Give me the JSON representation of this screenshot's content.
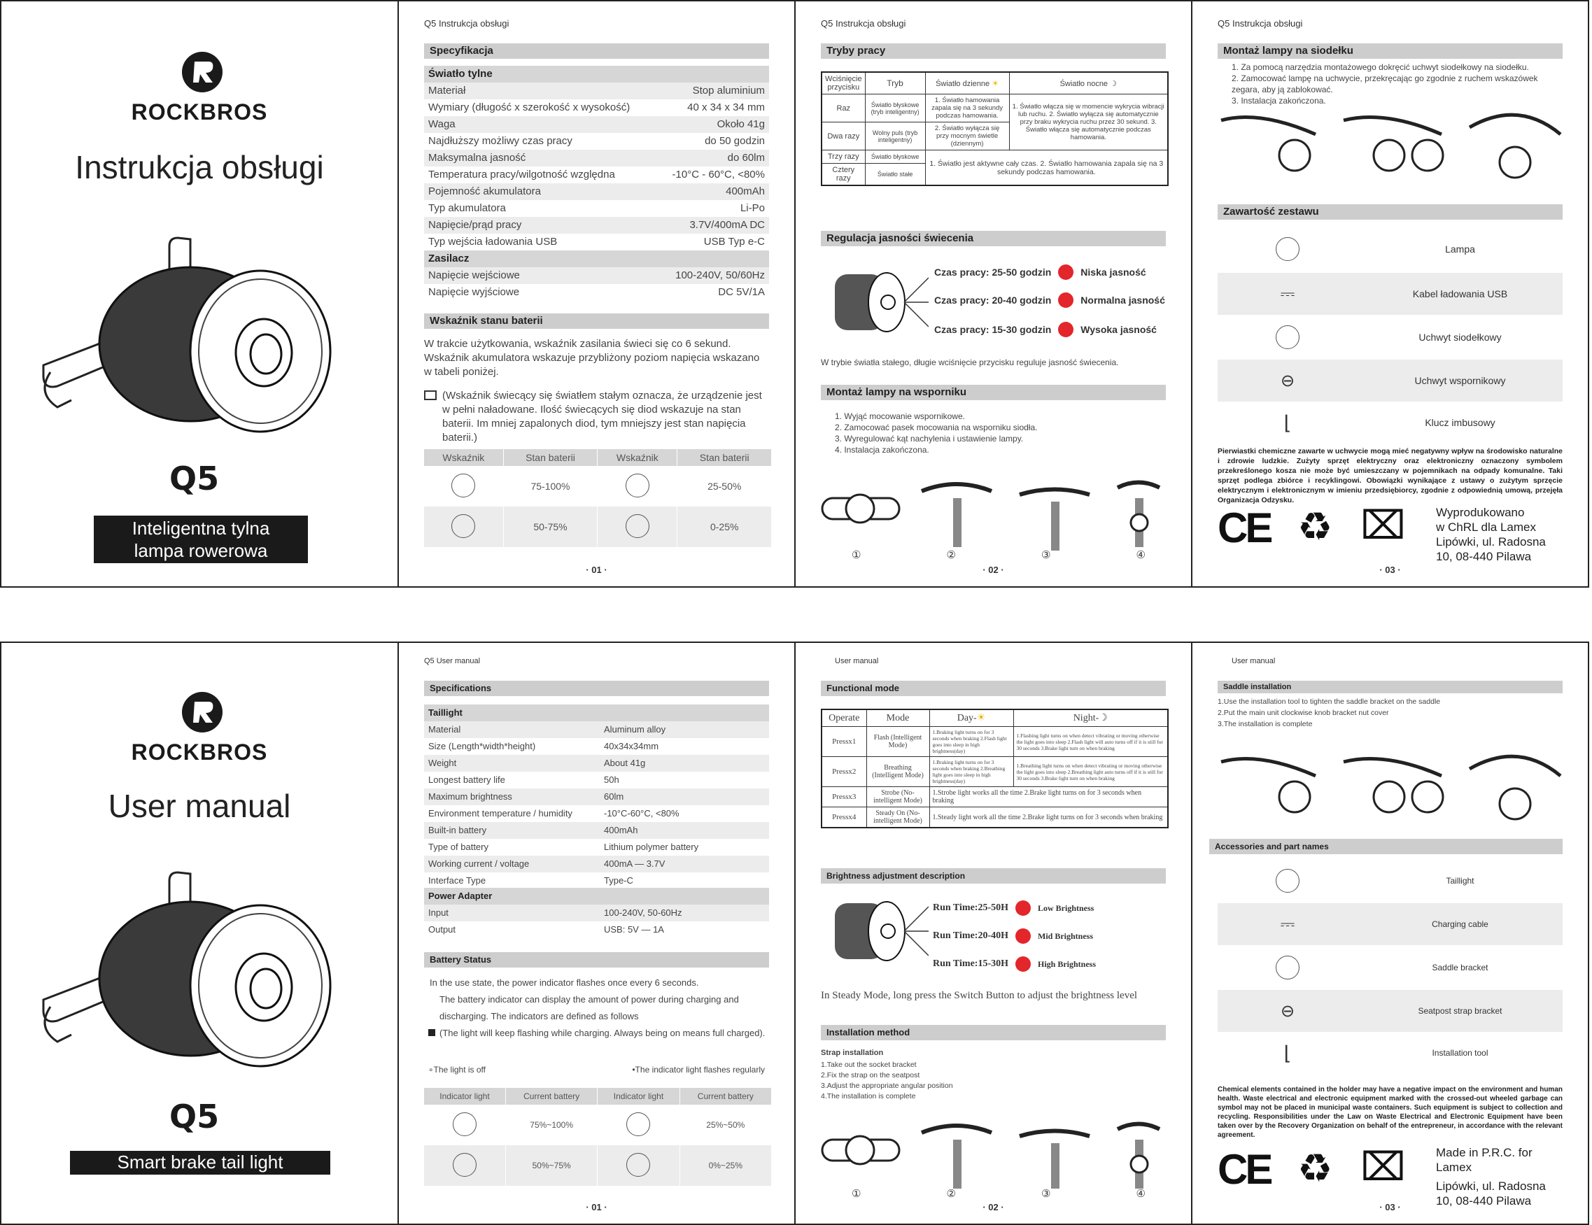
{
  "polish": {
    "cover": {
      "brand": "ROCKBROS",
      "title": "Instrukcja obsługi",
      "model": "Q5",
      "tagline_1": "Inteligentna tylna",
      "tagline_2": "lampa rowerowa"
    },
    "header": "Q5 Instrukcja obsługi",
    "page1": {
      "spec_title": "Specyfikacja",
      "taillight_title": "Światło tylne",
      "specs": [
        {
          "label": "Materiał",
          "value": "Stop aluminium"
        },
        {
          "label": "Wymiary (długość x szerokość x wysokość)",
          "value": "40 x 34 x 34 mm"
        },
        {
          "label": "Waga",
          "value": "Około 41g"
        },
        {
          "label": "Najdłuższy możliwy czas pracy",
          "value": "do 50 godzin"
        },
        {
          "label": "Maksymalna jasność",
          "value": "do 60lm"
        },
        {
          "label": "Temperatura pracy/wilgotność względna",
          "value": "-10°C - 60°C, <80%"
        },
        {
          "label": "Pojemność akumulatora",
          "value": "400mAh"
        },
        {
          "label": "Typ akumulatora",
          "value": "Li-Po"
        },
        {
          "label": "Napięcie/prąd pracy",
          "value": "3.7V/400mA DC"
        },
        {
          "label": "Typ wejścia ładowania USB",
          "value": "USB Typ e-C"
        }
      ],
      "power_title": "Zasilacz",
      "power": [
        {
          "label": "Napięcie wejściowe",
          "value": "100-240V, 50/60Hz"
        },
        {
          "label": "Napięcie wyjściowe",
          "value": "DC 5V/1A"
        }
      ],
      "battery_title": "Wskaźnik stanu baterii",
      "battery_text": "W trakcie użytkowania, wskaźnik zasilania świeci się co 6 sekund. Wskaźnik akumulatora wskazuje przybliżony poziom napięcia wskazano w tabeli poniżej.",
      "battery_note": "(Wskaźnik świecący się światłem stałym oznacza, że urządzenie jest w pełni naładowane. Ilość świecących się diod wskazuje na stan baterii. Im mniej zapalonych diod, tym mniejszy jest stan napięcia baterii.)",
      "tbl_h1": "Wskaźnik",
      "tbl_h2": "Stan baterii",
      "tbl_h3": "Wskaźnik",
      "tbl_h4": "Stan baterii",
      "lvl": [
        "75-100%",
        "25-50%",
        "50-75%",
        "0-25%"
      ],
      "page": "· 01 ·"
    },
    "page2": {
      "modes_title": "Tryby pracy",
      "col_press": "Wciśnięcie przycisku",
      "col_mode": "Tryb",
      "col_day": "Światło dzienne",
      "col_night": "Światło nocne",
      "rows": [
        {
          "press": "Raz",
          "mode": "Światło błyskowe (tryb inteligentny)",
          "day": "1. Światło hamowania zapala się na 3 sekundy podczas hamowania."
        },
        {
          "press": "Dwa razy",
          "mode": "Wolny puls (tryb inteligentny)",
          "day": "2. Światło wyłącza się przy mocnym świetle (dziennym)"
        }
      ],
      "night": "1. Światło włącza się w momencie wykrycia wibracji lub ruchu. 2. Światło wyłącza się automatycznie przy braku wykrycia ruchu przez 30 sekund. 3. Światło włącza się automatycznie podczas hamowania.",
      "r3_press": "Trzy razy",
      "r3_mode": "Światło błyskowe",
      "r4_press": "Cztery razy",
      "r4_mode": "Światło stałe",
      "r34_text": "1. Światło jest aktywne cały czas. 2. Światło hamowania zapala się na 3 sekundy podczas hamowania.",
      "bright_title": "Regulacja jasności świecenia",
      "b1": "Czas pracy: 25-50 godzin",
      "b1l": "Niska jasność",
      "b2": "Czas pracy: 20-40 godzin",
      "b2l": "Normalna jasność",
      "b3": "Czas pracy: 15-30 godzin",
      "b3l": "Wysoka jasność",
      "bright_note": "W trybie światła stałego, długie wciśnięcie przycisku reguluje jasność świecenia.",
      "mount_title": "Montaż lampy na wsporniku",
      "steps": [
        "1. Wyjąć mocowanie wspornikowe.",
        "2. Zamocować pasek mocowania na wsporniku siodła.",
        "3. Wyregulować kąt nachylenia i ustawienie lampy.",
        "4. Instalacja zakończona."
      ],
      "nums": [
        "①",
        "②",
        "③",
        "④"
      ],
      "page": "· 02 ·"
    },
    "page3": {
      "saddle_title": "Montaż lampy na siodełku",
      "steps": [
        "1. Za pomocą narzędzia montażowego dokręcić uchwyt siodełkowy na siodełku.",
        "2. Zamocować lampę na uchwycie, przekręcając go zgodnie z ruchem wskazówek zegara, aby ją zablokować.",
        "3. Instalacja zakończona."
      ],
      "kit_title": "Zawartość zestawu",
      "items": [
        "Lampa",
        "Kabel ładowania USB",
        "Uchwyt siodełkowy",
        "Uchwyt wspornikowy",
        "Klucz imbusowy"
      ],
      "footer": "Pierwiastki chemiczne zawarte w uchwycie mogą mieć negatywny wpływ na środowisko naturalne i zdrowie ludzkie. Zużyty sprzęt elektryczny oraz elektroniczny oznaczony symbolem przekreślonego kosza nie może być umieszczany w pojemnikach na odpady komunalne. Taki sprzęt podlega zbiórce i recyklingowi. Obowiązki wynikające z ustawy o zużytym sprzęcie elektrycznym i elektronicznym w imieniu przedsiębiorcy, zgodnie z odpowiednią umową, przejęła Organizacja Odzysku.",
      "made_1": "Wyprodukowano",
      "made_2": "w ChRL dla Lamex",
      "made_3": "Lipówki, ul. Radosna",
      "made_4": "10, 08-440 Pilawa",
      "page": "· 03 ·"
    }
  },
  "english": {
    "cover": {
      "brand": "ROCKBROS",
      "title": "User manual",
      "model": "Q5",
      "tagline": "Smart brake tail light"
    },
    "header": "Q5 User manual",
    "header_plain": "User manual",
    "page1": {
      "spec_title": "Specifications",
      "taillight_title": "Taillight",
      "specs": [
        {
          "label": "Material",
          "value": "Aluminum alloy"
        },
        {
          "label": "Size (Length*width*height)",
          "value": "40x34x34mm"
        },
        {
          "label": "Weight",
          "value": "About 41g"
        },
        {
          "label": "Longest battery life",
          "value": "50h"
        },
        {
          "label": "Maximum brightness",
          "value": "60lm"
        },
        {
          "label": "Environment temperature / humidity",
          "value": "-10°C-60°C, <80%"
        },
        {
          "label": "Built-in battery",
          "value": "400mAh"
        },
        {
          "label": "Type of battery",
          "value": "Lithium polymer battery"
        },
        {
          "label": "Working current / voltage",
          "value": "400mA — 3.7V"
        },
        {
          "label": "Interface Type",
          "value": "Type-C"
        }
      ],
      "power_title": "Power Adapter",
      "power": [
        {
          "label": "Input",
          "value": "100-240V, 50-60Hz"
        },
        {
          "label": "Output",
          "value": "USB: 5V — 1A"
        }
      ],
      "battery_title": "Battery Status",
      "battery_text_1": "In the use state, the power indicator flashes once every 6 seconds.",
      "battery_text_2": "The battery indicator can display the amount of power during charging and discharging. The indicators are defined as follows",
      "battery_note": "(The light will keep flashing while charging. Always being on means full charged).",
      "legend_off": "∘The light is off",
      "legend_flash": "•The indicator light flashes regularly",
      "tbl_h1": "Indicator light",
      "tbl_h2": "Current battery",
      "tbl_h3": "Indicator light",
      "tbl_h4": "Current battery",
      "lvl": [
        "75%~100%",
        "25%~50%",
        "50%~75%",
        "0%~25%"
      ],
      "page": "· 01 ·"
    },
    "page2": {
      "modes_title": "Functional mode",
      "col_press": "Operate",
      "col_mode": "Mode",
      "col_day": "Day-",
      "col_night": "Night-",
      "rows": [
        {
          "press": "Pressx1",
          "mode": "Flash (Intelligent Mode)",
          "day": "1.Braking light turns on for 3 seconds when braking 2.Flash light goes into sleep in high brightness(day)",
          "night": "1.Flashing light turns on when detect vibrating or moving otherwise the light goes into sleep 2.Flash light will auto turns off if it is still for 30 seconds 3.Brake light turn on when braking"
        },
        {
          "press": "Pressx2",
          "mode": "Breathing (Intelligent Mode)",
          "day": "1.Braking light turns on for 3 seconds when braking 2.Breathing light goes into sleep in high brightness(day)",
          "night": "1.Breathing light turns on when detect vibrating or moving otherwise the light goes into sleep 2.Breathing light auto turns off if it is still for 30 seconds 3.Brake light turn on when braking"
        },
        {
          "press": "Pressx3",
          "mode": "Strobe (No-intelligent Mode)",
          "day": "1.Strobe light works all the time 2.Brake light turns on for 3 seconds when braking",
          "night": ""
        },
        {
          "press": "Pressx4",
          "mode": "Steady On (No-intelligent Mode)",
          "day": "1.Steady light work all the time 2.Brake light turns on for 3 seconds when braking",
          "night": ""
        }
      ],
      "bright_title": "Brightness adjustment description",
      "b1": "Run Time:25-50H",
      "b1l": "Low Brightness",
      "b2": "Run Time:20-40H",
      "b2l": "Mid Brightness",
      "b3": "Run Time:15-30H",
      "b3l": "High Brightness",
      "bright_note": "In Steady Mode, long press the Switch Button to adjust the brightness level",
      "mount_title": "Installation method",
      "strap_title": "Strap installation",
      "steps": [
        "1.Take out the socket bracket",
        "2.Fix the strap on the seatpost",
        "3.Adjust the appropriate angular position",
        "4.The installation is complete"
      ],
      "nums": [
        "①",
        "②",
        "③",
        "④"
      ],
      "page": "· 02 ·"
    },
    "page3": {
      "saddle_title": "Saddle installation",
      "steps": [
        "1.Use the installation tool to tighten the saddle bracket on the saddle",
        "2.Put the main unit clockwise knob bracket nut cover",
        "3.The installation is complete"
      ],
      "kit_title": "Accessories and part names",
      "items": [
        "Taillight",
        "Charging cable",
        "Saddle bracket",
        "Seatpost strap bracket",
        "Installation tool"
      ],
      "footer": "Chemical elements contained in the holder may have a negative impact on the environment and human health. Waste electrical and electronic equipment marked with the crossed-out wheeled garbage can symbol may not be placed in municipal waste containers. Such equipment is subject to collection and recycling. Responsibilities under the Law on Waste Electrical and Electronic Equipment have been taken over by the Recovery Organization on behalf of the entrepreneur, in accordance with the relevant agreement.",
      "made_1": "Made in P.R.C. for",
      "made_2": "Lamex",
      "made_3": "Lipówki, ul. Radosna",
      "made_4": "10, 08-440 Pilawa",
      "page": "· 03 ·"
    }
  }
}
